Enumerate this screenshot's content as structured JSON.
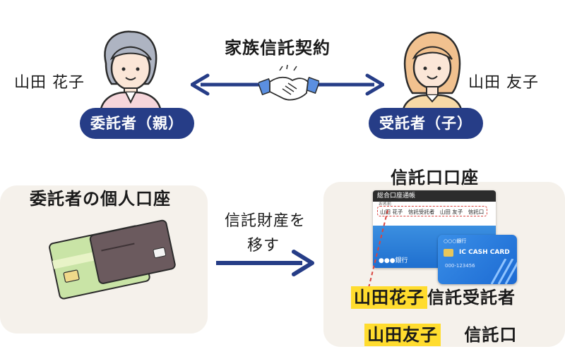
{
  "top": {
    "title": "家族信託契約",
    "left_person_name": "山田 花子",
    "right_person_name": "山田 友子",
    "settlor_label": "委託者（親）",
    "trustee_label": "受託者（子）"
  },
  "left_panel": {
    "title": "委託者の個人口座"
  },
  "transfer": {
    "line1": "信託財産を",
    "line2": "移す"
  },
  "right_panel": {
    "title": "信託口口座",
    "passbook_header": "総合口座通帳",
    "passbook_small": "お名前",
    "passbook_name_line": "山田 花子　信託受託者　山田 友子　信託口",
    "passbook_bank": "●●●銀行",
    "card_bank": "○○○銀行",
    "card_text": "IC CASH CARD",
    "card_number": "000-123456",
    "highlight1": "山田花子",
    "after1": "信託受託者",
    "highlight2": "山田友子",
    "after2": "信託口"
  },
  "colors": {
    "navy": "#263d87",
    "highlight": "#ffdc2e",
    "panel": "#f5f1eb",
    "dashed": "#d9443f"
  }
}
